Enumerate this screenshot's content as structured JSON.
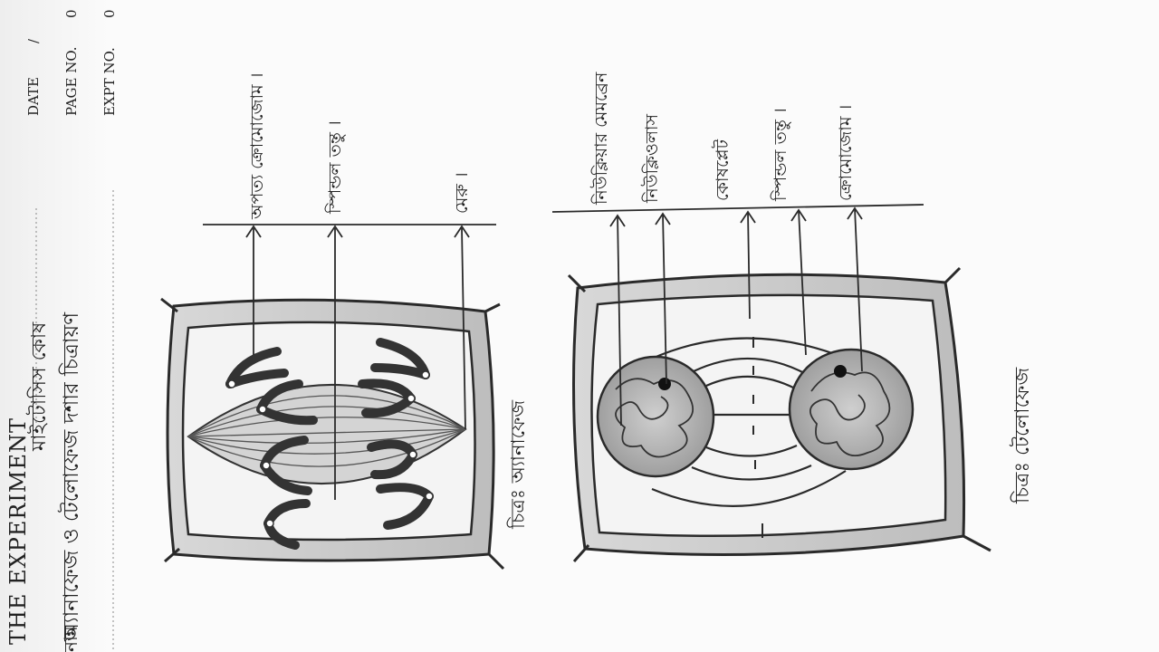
{
  "header": {
    "title_label": "THE EXPERIMENT",
    "title_line1": "মাইটোসিস কোষ",
    "title_line2": "অ্যানাফেজ ও টেলোফেজ দশার চিত্রায়ণ",
    "date_label": "DATE",
    "date_value": "/",
    "page_no_label": "PAGE NO.",
    "page_no_value": "0",
    "expt_no_label": "EXPT NO.",
    "expt_no_value": "0",
    "left_edge_text": "নাম"
  },
  "anaphase": {
    "labels": [
      "অপত্য ক্রোমোজোম ।",
      "স্পিন্ডল তন্তু ।",
      "মেরু ।"
    ],
    "caption": "চিত্রঃ অ্যানাফেজ"
  },
  "telophase": {
    "labels": [
      "নিউক্লিয়ার মেমব্রেন",
      "নিউক্লিওলাস",
      "কোষপ্লেট",
      "স্পিন্ডল তন্তু ।",
      "ক্রোমোজোম ।"
    ],
    "caption": "চিত্রঃ টেলোফেজ"
  },
  "colors": {
    "ink": "#222222",
    "pencil": "#3a3a3a",
    "shade": "#9c9c9c",
    "paper": "#fbfbfb"
  }
}
